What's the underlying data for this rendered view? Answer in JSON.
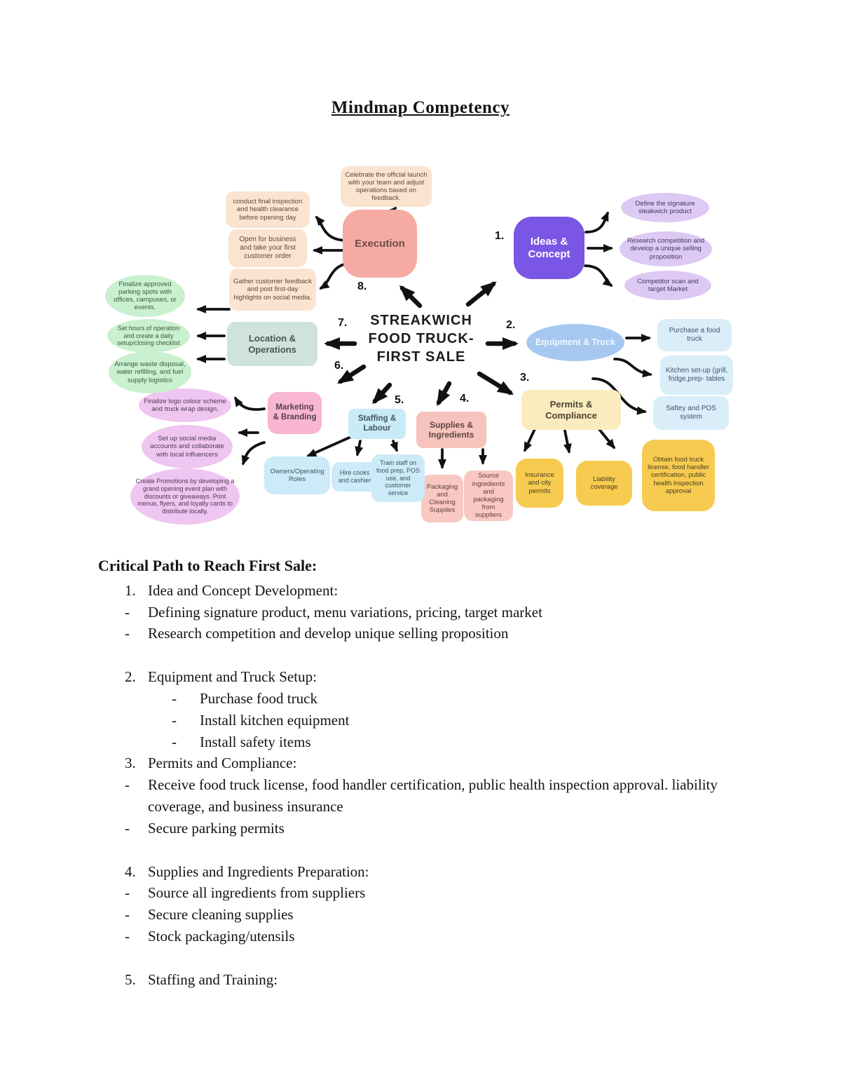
{
  "page": {
    "title": "Mindmap Competency"
  },
  "mindmap": {
    "center": "STREAKWICH FOOD TRUCK- FIRST SALE",
    "branches": [
      {
        "num": "1.",
        "label": "Ideas & Concept",
        "children": [
          "Define the signature steakwich product",
          "Research competition and develop a unique selling proposition",
          "Competitor scan and target Market"
        ]
      },
      {
        "num": "2.",
        "label": "Equipment & Truck",
        "children": [
          "Purchase a food truck",
          "Kitchen set-up (grill, fridge,prep- tables",
          "Saftey and POS system"
        ]
      },
      {
        "num": "3.",
        "label": "Permits & Compliance",
        "children": [
          "Insurance and city permits",
          "Liability coverage",
          "Obtain food truck license, food handler certification, public health inspection approval"
        ]
      },
      {
        "num": "4.",
        "label": "Supplies & Ingredients",
        "children": [
          "Packaging and Cleaning Supplies",
          "Source ingredients and packaging from suppliers"
        ]
      },
      {
        "num": "5.",
        "label": "Staffing & Labour",
        "children": [
          "Owners/Operating Roles",
          "Hire cooks and cashier",
          "Train staff on food prep, POS use, and customer service"
        ]
      },
      {
        "num": "6.",
        "label": "Marketing & Branding",
        "children": [
          "Finalize logo colour scheme and truck wrap design.",
          "Set up social media accounts and collaborate with local influencers",
          "Create Promotions by developing a grand opening event plan with discounts or giveaways. Print menus, flyers, and loyalty cards to distribute locally."
        ]
      },
      {
        "num": "7.",
        "label": "Location & Operations",
        "children": [
          "Finalize approved parking spots with offices, campuses, or events.",
          "Set hours of operation and create a daily setup/closing checklist",
          "Arrange waste disposal, water refilling, and fuel supply logistics"
        ]
      },
      {
        "num": "8.",
        "label": "Execution",
        "children": [
          "Celebrate the official launch with your team and adjust operations based on feedback.",
          "conduct final inspection and health clearance before opening day",
          "Open for business and take your first customer order",
          "Gather customer feedback and post first-day highlights on social media."
        ]
      }
    ]
  },
  "palette": {
    "ideas_concept": "#7B55E3",
    "ideas_child": "#DDC9F4",
    "execution": "#F5ABA3",
    "execution_child": "#FAE3CF",
    "equipment": "#A6C8F0",
    "equipment_child": "#D9EEF9",
    "permits": "#FAECBE",
    "permits_child": "#F6CB50",
    "supplies": "#F7C3BD",
    "supplies_child": "#F9C8C2",
    "staffing": "#C9EAF7",
    "staffing_child": "#CDEAF8",
    "marketing": "#F9B6D3",
    "marketing_child": "#EFC5F1",
    "location": "#CFE3DA",
    "location_child": "#C9F0CF",
    "arrow": "#111111"
  },
  "body": {
    "heading": "Critical Path to Reach First Sale:",
    "dash": "-",
    "sections": [
      {
        "num": "1.",
        "title": "Idea and Concept Development:",
        "items": [
          {
            "text": "Defining signature product, menu variations, pricing, target market"
          },
          {
            "text": "Research competition and develop unique selling proposition"
          }
        ]
      },
      {
        "num": "2.",
        "title": "Equipment and Truck Setup:",
        "items": [
          {
            "text": "Purchase food truck"
          },
          {
            "text": "Install kitchen equipment"
          },
          {
            "text": "Install safety items"
          }
        ]
      },
      {
        "num": "3.",
        "title": "Permits and Compliance:",
        "items": [
          {
            "text": "Receive food truck license, food handler certification, public health inspection approval. liability  coverage, and business insurance"
          },
          {
            "text": "Secure parking permits"
          }
        ]
      },
      {
        "num": "4.",
        "title": "Supplies and Ingredients Preparation:",
        "items": [
          {
            "text": "Source all ingredients from suppliers"
          },
          {
            "text": "Secure cleaning supplies"
          },
          {
            "text": "Stock packaging/utensils"
          }
        ]
      },
      {
        "num": "5.",
        "title": "Staffing and Training:",
        "items": []
      }
    ]
  }
}
